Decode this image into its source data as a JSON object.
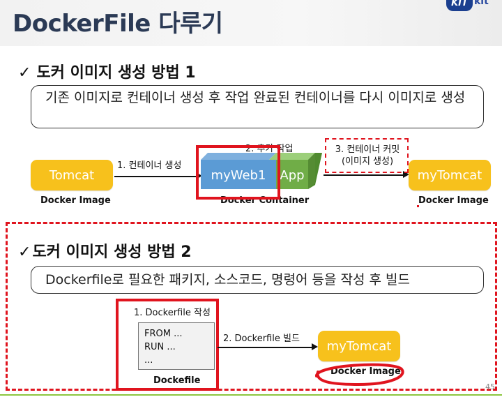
{
  "header": {
    "title": "DockerFile 다루기",
    "logo_mark": "KIT",
    "logo_text": "kit"
  },
  "method1": {
    "check": "✓",
    "heading": "도커 이미지 생성 방법 1",
    "description": "기존 이미지로 컨테이너 생성 후 작업 완료된 컨테이너를 다시 이미지로 생성",
    "source_box": "Tomcat",
    "source_caption": "Docker Image",
    "step1": "1. 컨테이너 생성",
    "step2": "2. 추가 작업",
    "step3_line1": "3. 컨테이너 커밋",
    "step3_line2": "(이미지 생성)",
    "container_main": "myWeb1",
    "container_side": "App",
    "container_caption": "Docker Container",
    "target_box": "myTomcat",
    "target_caption": "Docker Image"
  },
  "method2": {
    "check": "✓",
    "heading": "도커 이미지 생성 방법 2",
    "description": "Dockerfile로 필요한 패키지, 소스코드, 명령어 등을 작성 후 빌드",
    "step1": "1. Dockerfile 작성",
    "code_lines": [
      "FROM ...",
      "RUN ...",
      "..."
    ],
    "dockerfile_caption": "Dockefile",
    "step2": "2. Dockerfile 빌드",
    "target_box": "myTomcat",
    "target_caption": "Docker Image"
  },
  "page_number": "45",
  "colors": {
    "title": "#2b3a55",
    "yellow": "#f7c11c",
    "blue": "#5b9bd5",
    "green": "#70ad47",
    "red": "#e0141e",
    "footer_line": "#8cc63f"
  }
}
